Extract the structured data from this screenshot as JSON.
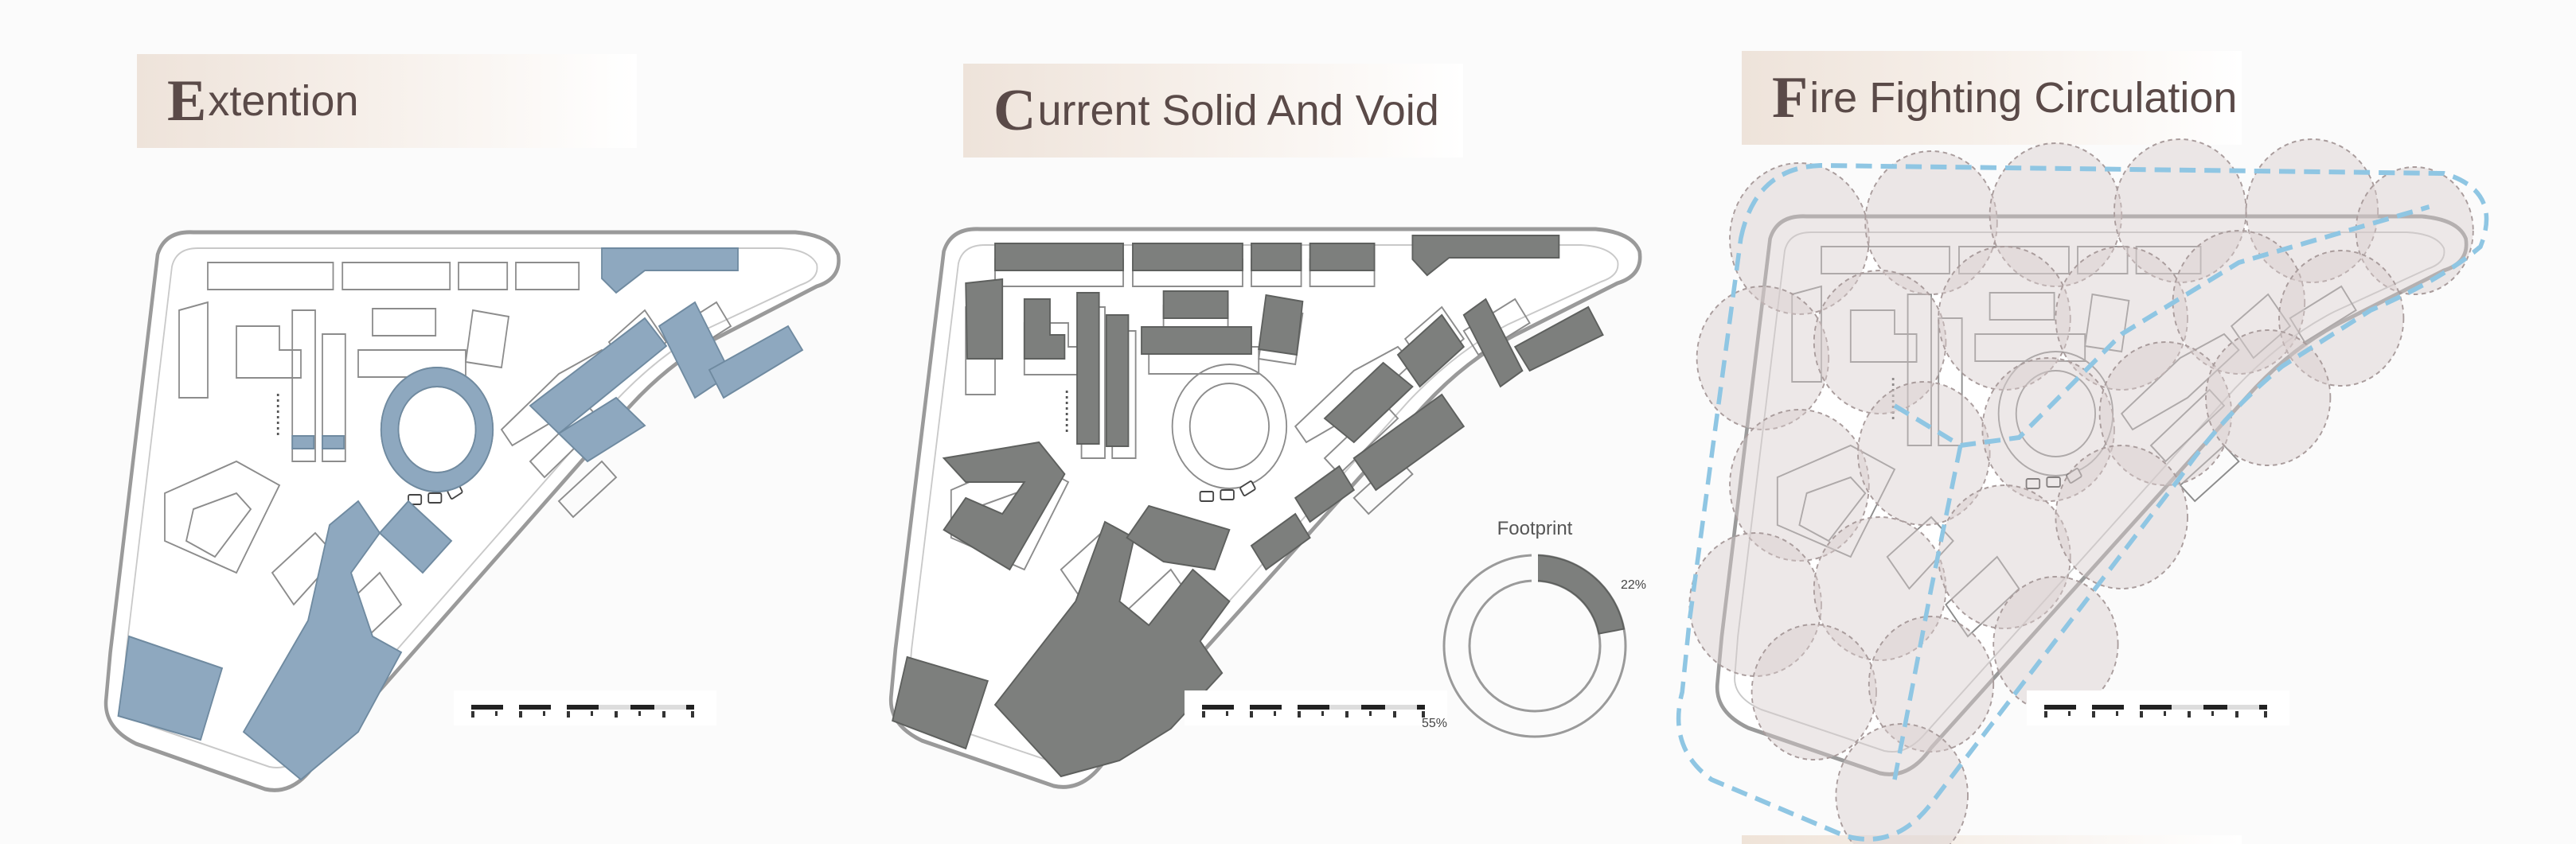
{
  "panels": [
    {
      "initial": "E",
      "rest": "xtention"
    },
    {
      "initial": "C",
      "rest": "urrent Solid And Void"
    },
    {
      "initial": "F",
      "rest": "ire Fighting Circulation"
    }
  ],
  "footprint": {
    "label": "Footprint",
    "built_percent_label": "22%",
    "open_percent_label": "55%",
    "built_fraction": 0.22
  },
  "colors": {
    "extension_blue": "#8ea8bf",
    "solid_gray": "#7d7f7d",
    "fire_route": "#8fc6e3",
    "coverage_circle": "#d6cdcd",
    "outline": "#9a9a9a",
    "title_text": "#5a4a48"
  }
}
